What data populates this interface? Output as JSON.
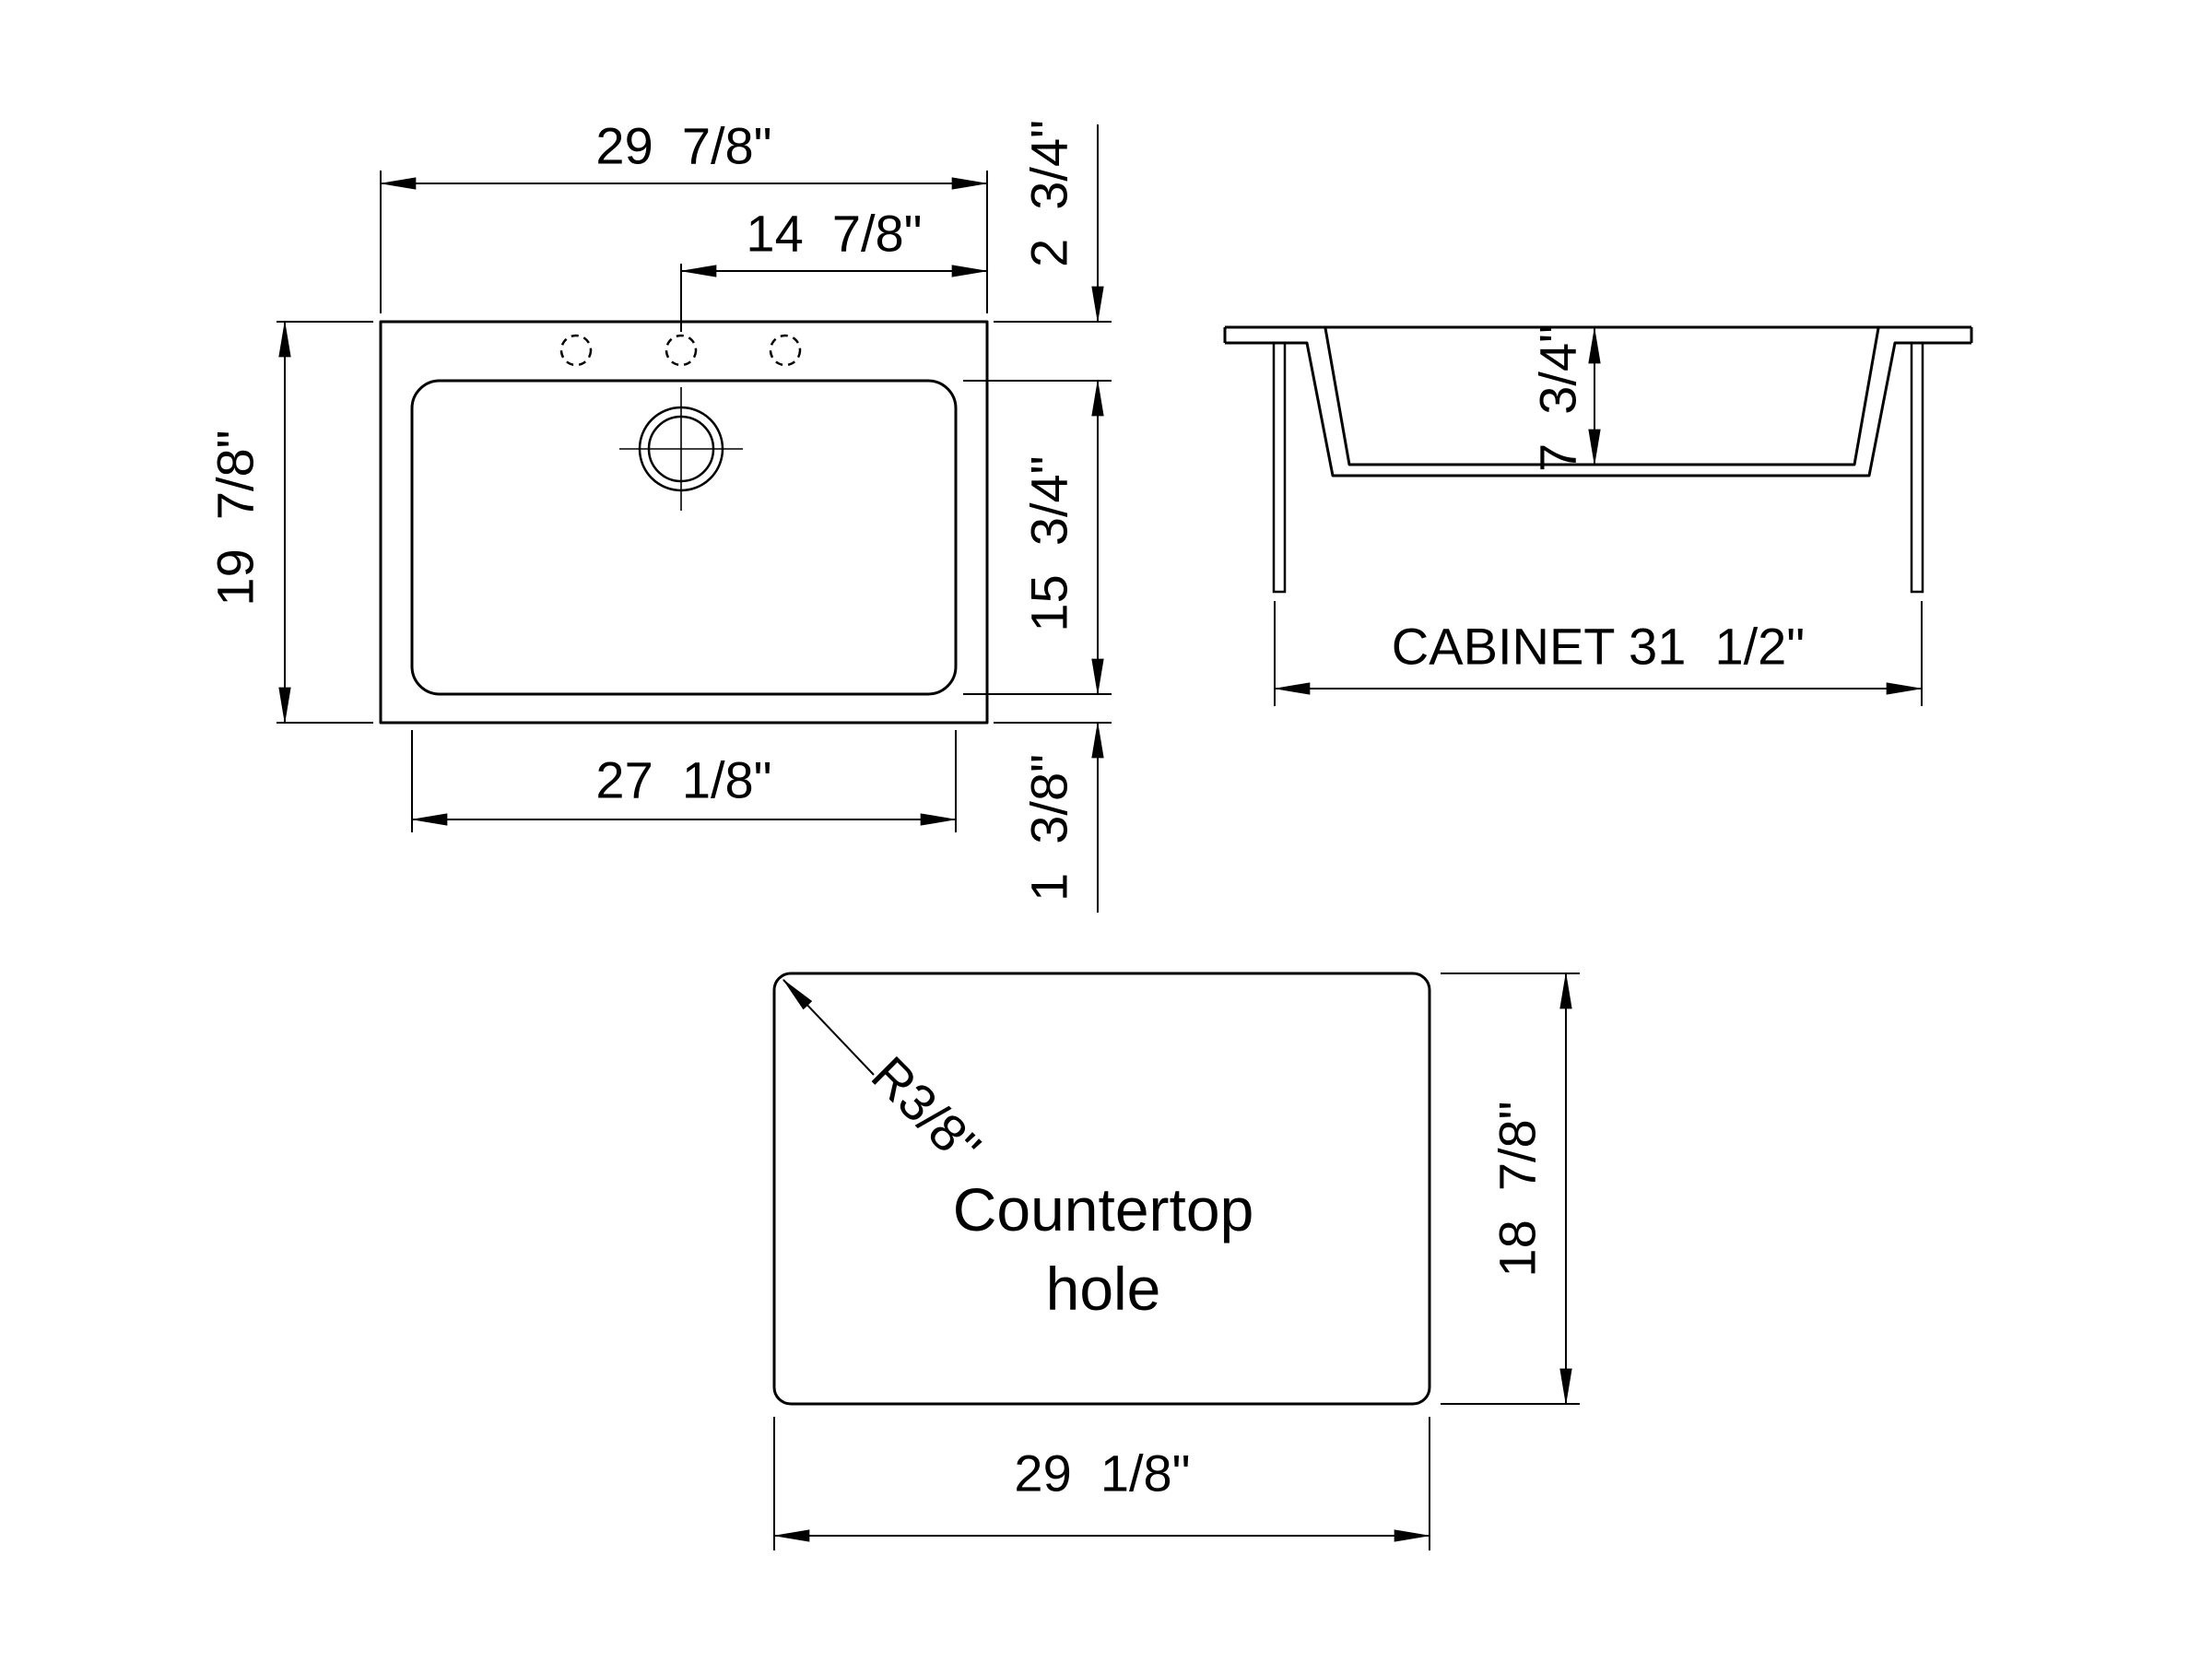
{
  "views": {
    "plan": {
      "dims": {
        "overall_width": "29  7/8\"",
        "faucet_offset": "14  7/8\"",
        "rim_top": "2  3/4\"",
        "overall_depth": "19  7/8\"",
        "bowl_depth": "15  3/4\"",
        "bowl_width": "27  1/8\"",
        "rim_bottom": "1  3/8\""
      }
    },
    "section": {
      "dims": {
        "bowl_height": "7  3/4\"",
        "cabinet": "CABINET 31  1/2\""
      }
    },
    "countertop": {
      "dims": {
        "corner_radius": "R3/8\"",
        "height": "18  7/8\"",
        "width": "29  1/8\""
      },
      "label_line1": "Countertop",
      "label_line2": "hole"
    }
  },
  "colors": {
    "line": "#000000",
    "background": "#ffffff"
  }
}
